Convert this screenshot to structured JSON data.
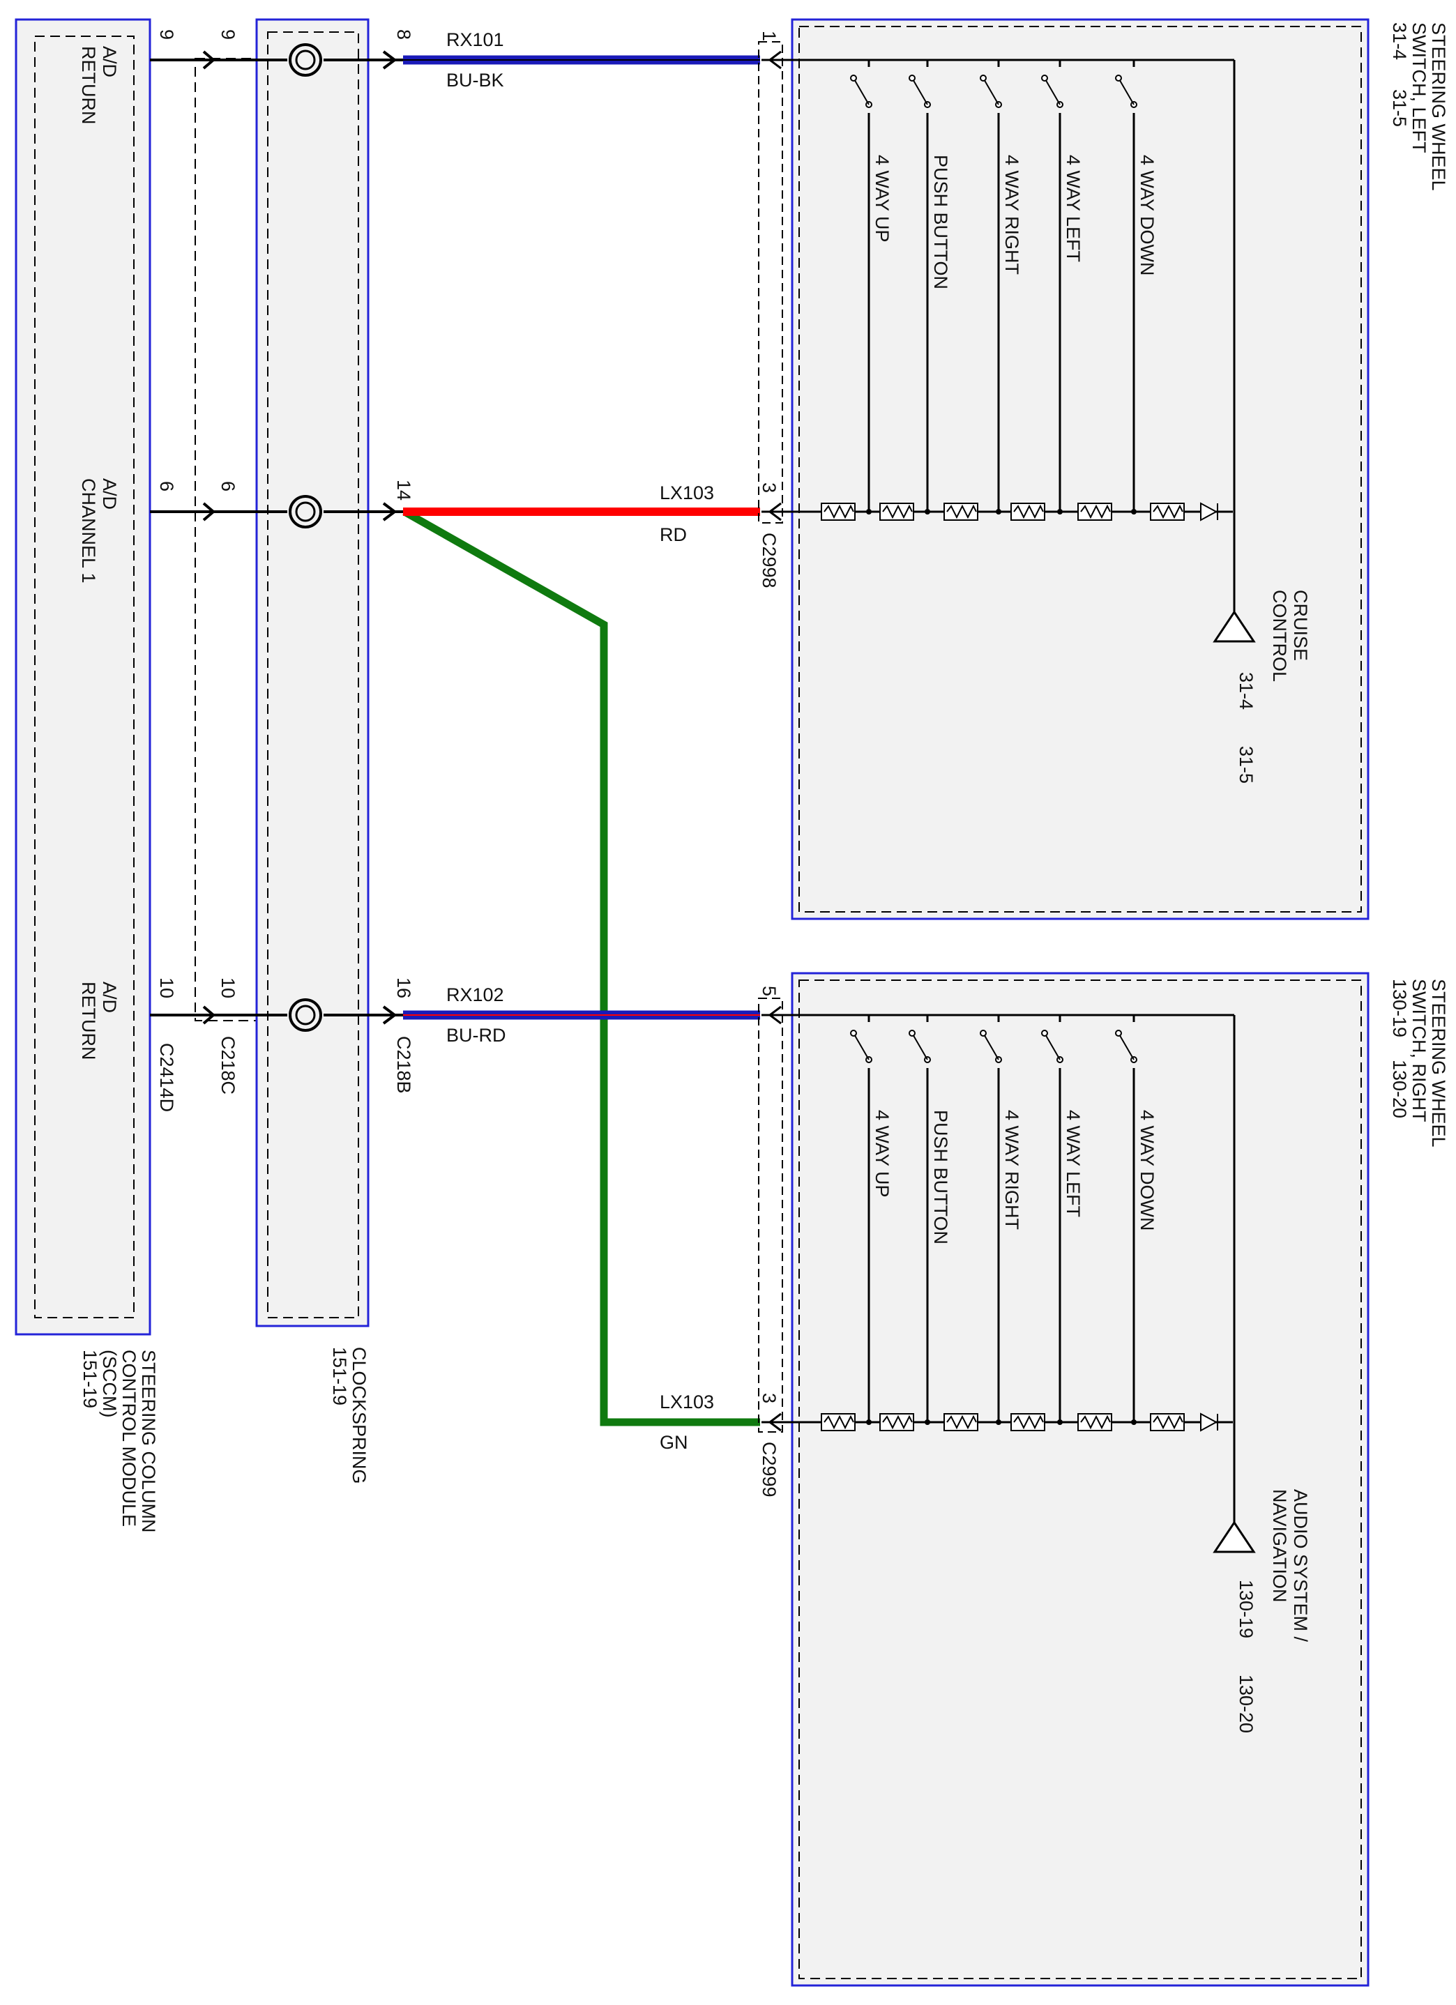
{
  "colors": {
    "module_border": "#2323d8",
    "module_fill": "#f2f2f2",
    "wire_blue": "#1a1ab8",
    "wire_red": "#ff0000",
    "wire_green": "#0f7a0f",
    "wire_black": "#000000"
  },
  "modules": {
    "sccm": {
      "title_lines": [
        "STEERING COLUMN",
        "CONTROL MODULE",
        "(SCCM)",
        "151-19"
      ],
      "pin_labels": [
        {
          "lines": [
            "A/D",
            "RETURN"
          ],
          "pin": "9"
        },
        {
          "lines": [
            "A/D",
            "CHANNEL 1"
          ],
          "pin": "6"
        },
        {
          "lines": [
            "A/D",
            "RETURN"
          ],
          "pin": "10"
        }
      ],
      "connector": "C2414D"
    },
    "clockspring": {
      "title_lines": [
        "CLOCKSPRING",
        "151-19"
      ],
      "left_pins": [
        "9",
        "6",
        "10"
      ],
      "right_pins": [
        "8",
        "14",
        "16"
      ],
      "left_connector": "C218C",
      "right_connector": "C218B"
    },
    "switch_left": {
      "title_lines": [
        "STEERING WHEEL",
        "SWITCH, LEFT"
      ],
      "refs": [
        "31-4",
        "31-5"
      ],
      "switches": [
        "4 WAY UP",
        "PUSH BUTTON",
        "4 WAY RIGHT",
        "4 WAY LEFT",
        "4 WAY DOWN"
      ],
      "pins": [
        "1",
        "3"
      ],
      "connector": "C2998",
      "ground_label_lines": [
        "CRUISE",
        "CONTROL"
      ],
      "ground_refs": [
        "31-4",
        "31-5"
      ]
    },
    "switch_right": {
      "title_lines": [
        "STEERING WHEEL",
        "SWITCH, RIGHT"
      ],
      "refs": [
        "130-19",
        "130-20"
      ],
      "switches": [
        "4 WAY UP",
        "PUSH BUTTON",
        "4 WAY RIGHT",
        "4 WAY LEFT",
        "4 WAY DOWN"
      ],
      "pins": [
        "5",
        "3"
      ],
      "connector": "C2999",
      "ground_label_lines": [
        "AUDIO SYSTEM /",
        "NAVIGATION"
      ],
      "ground_refs": [
        "130-19",
        "130-20"
      ]
    }
  },
  "wires": [
    {
      "circuit": "RX101",
      "color": "BU-BK"
    },
    {
      "circuit": "LX103",
      "color": "RD"
    },
    {
      "circuit": "RX102",
      "color": "BU-RD"
    },
    {
      "circuit": "LX103",
      "color": "GN"
    }
  ]
}
